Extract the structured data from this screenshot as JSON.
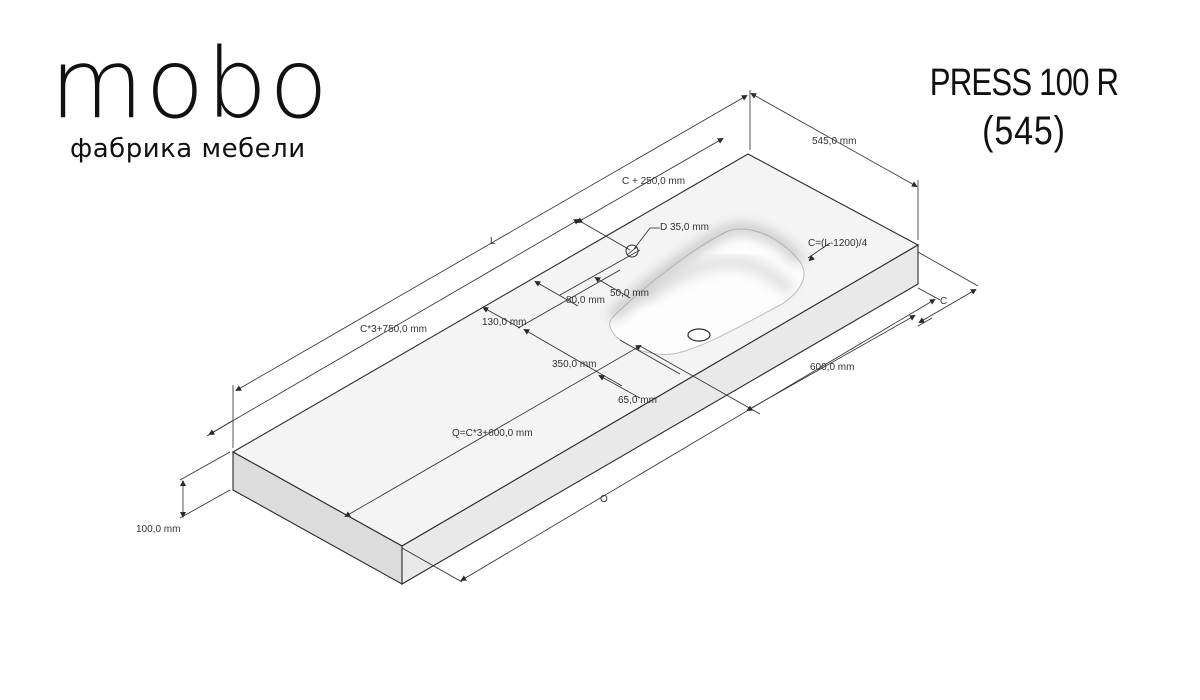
{
  "brand": {
    "name": "mobo",
    "tagline": "фабрика мебели"
  },
  "product": {
    "model": "PRESS 100 R",
    "variant": "(545)"
  },
  "dimensions": {
    "depth": "545,0 mm",
    "c_plus_250": "C + 250,0 mm",
    "length": "L",
    "drain_dia": "D 35,0 mm",
    "c_formula": "C=(L-1200)/4",
    "c": "C",
    "d50": "50,0 mm",
    "d80": "80,0 mm",
    "d130": "130,0 mm",
    "c3_750": "C*3+750,0 mm",
    "d350": "350,0 mm",
    "d600": "600,0 mm",
    "d65": "65,0 mm",
    "q_formula": "Q=C*3+600,0 mm",
    "o": "O",
    "thickness": "100,0 mm"
  },
  "colors": {
    "line": "#2b2b2b",
    "face_top": "#f4f4f4",
    "face_front": "#e9e9e9",
    "face_side": "#dcdcdc"
  }
}
